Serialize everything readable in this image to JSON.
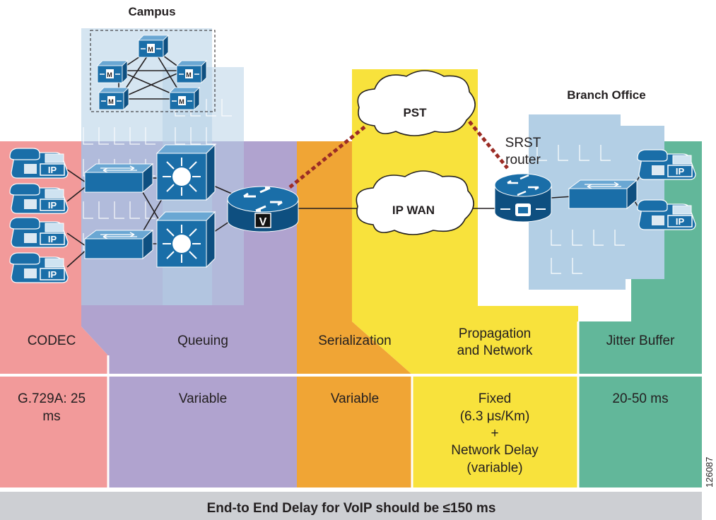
{
  "labels": {
    "campus": "Campus",
    "branch_office": "Branch Office",
    "pstn": "PST",
    "ip_wan": "IP WAN",
    "srst_router": [
      "SRST",
      "router"
    ],
    "phone_badge": "IP",
    "cluster_badge": "M",
    "voice_router_badge": "V",
    "figure_id": "126087"
  },
  "columns": [
    {
      "id": "codec",
      "header": [
        "CODEC"
      ],
      "value": [
        "G.729A: 25",
        "ms"
      ],
      "color": "#f29a9a"
    },
    {
      "id": "queuing",
      "header": [
        "Queuing"
      ],
      "value": [
        "Variable"
      ],
      "color": "#b0a3cf"
    },
    {
      "id": "serialization",
      "header": [
        "Serialization"
      ],
      "value": [
        "Variable"
      ],
      "color": "#f0a535"
    },
    {
      "id": "propagation",
      "header": [
        "Propagation",
        "and Network"
      ],
      "value": [
        "Fixed",
        "(6.3 μs/Km)",
        "+",
        "Network Delay",
        "(variable)"
      ],
      "color": "#f8e23c"
    },
    {
      "id": "jitter",
      "header": [
        "Jitter Buffer"
      ],
      "value": [
        "20-50 ms"
      ],
      "color": "#62b79a"
    }
  ],
  "footer": {
    "text": "End-to End Delay for VoIP should be ≤150 ms",
    "color": "#cdcfd3"
  },
  "colors": {
    "device_blue": "#1a6ea8",
    "building": "#b3cfe5",
    "pstn_link": "#9b2c25",
    "link": "#231f20"
  }
}
